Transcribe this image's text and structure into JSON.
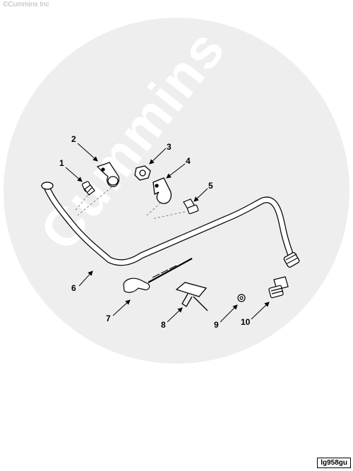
{
  "copyright": "©Cummins Inc",
  "watermark": "Cummins",
  "figure_code": "lg958gu",
  "callouts": {
    "c1": "1",
    "c2": "2",
    "c3": "3",
    "c4": "4",
    "c5": "5",
    "c6": "6",
    "c7": "7",
    "c8": "8",
    "c9": "9",
    "c10": "10"
  }
}
